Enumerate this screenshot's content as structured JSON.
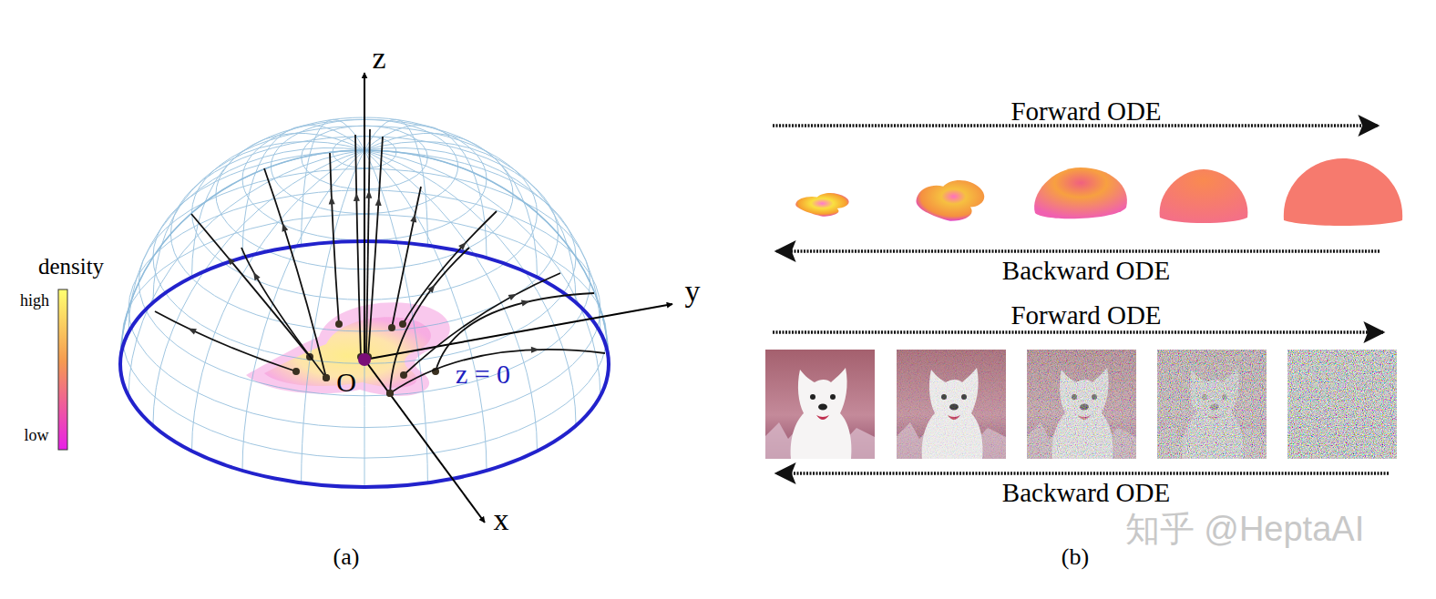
{
  "diagram": {
    "labels": [
      "z",
      "y",
      "O",
      "z = 0",
      "x",
      "density",
      "high",
      "low",
      "(a)",
      "Forward ODE",
      "Backward ODE",
      "Forward ODE",
      "Backward ODE",
      "(b)",
      "知乎 @HeptaAI"
    ]
  }
}
